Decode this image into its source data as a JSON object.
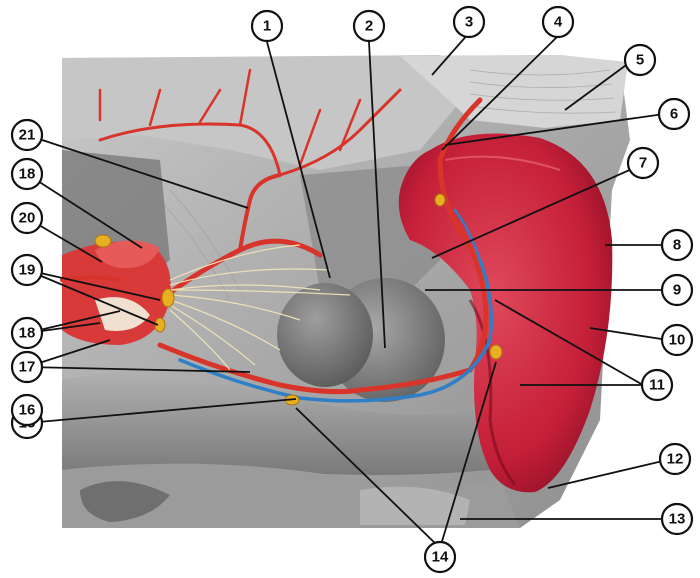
{
  "colors": {
    "background": "#ffffff",
    "tissue_gray": "#b8b8b8",
    "spleen": "#c8243c",
    "artery": "#d8342a",
    "vein": "#2e7fc8",
    "nerve": "#f0e8b0",
    "lymph_node": "#e8b020"
  },
  "callouts": [
    {
      "id": 1,
      "label": "1"
    },
    {
      "id": 2,
      "label": "2"
    },
    {
      "id": 3,
      "label": "3"
    },
    {
      "id": 4,
      "label": "4"
    },
    {
      "id": 5,
      "label": "5"
    },
    {
      "id": 6,
      "label": "6"
    },
    {
      "id": 7,
      "label": "7"
    },
    {
      "id": 8,
      "label": "8"
    },
    {
      "id": 9,
      "label": "9"
    },
    {
      "id": 10,
      "label": "10"
    },
    {
      "id": 11,
      "label": "11"
    },
    {
      "id": 12,
      "label": "12"
    },
    {
      "id": 13,
      "label": "13"
    },
    {
      "id": 14,
      "label": "14"
    },
    {
      "id": 15,
      "label": "15"
    },
    {
      "id": 16,
      "label": "16"
    },
    {
      "id": 17,
      "label": "17"
    },
    {
      "id": 181,
      "label": "18"
    },
    {
      "id": 182,
      "label": "18"
    },
    {
      "id": 19,
      "label": "19"
    },
    {
      "id": 20,
      "label": "20"
    },
    {
      "id": 21,
      "label": "21"
    }
  ]
}
